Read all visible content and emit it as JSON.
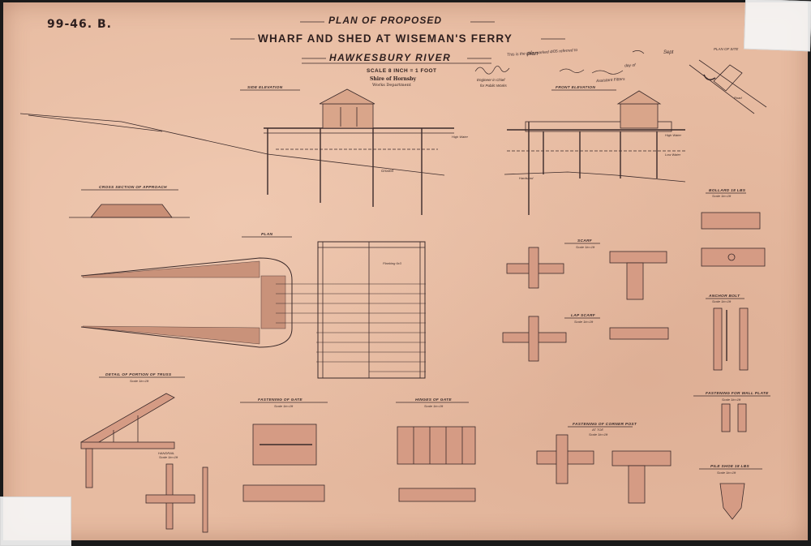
{
  "sheet": {
    "reference": "99-46. B.",
    "title_line1": "PLAN OF PROPOSED",
    "title_line2": "WHARF AND SHED AT WISEMAN'S FERRY",
    "title_line3": "HAWKESBURY RIVER",
    "scale": "SCALE 8 INCH = 1 FOOT",
    "authority": "Shire of Hornsby",
    "department": "Works Department",
    "engineer_line1": "Engineer in Chief",
    "engineer_line2": "for Public Works",
    "stamp_note_1": "This is the plan marked 4/05 referred to",
    "stamp_note_2": "day of",
    "stamp_note_3": "Assistant Fitters"
  },
  "views": {
    "side_elevation": "SIDE ELEVATION",
    "front_elevation": "FRONT ELEVATION",
    "plan_of_site": "PLAN OF SITE",
    "cross_section": "CROSS SECTION OF APPROACH",
    "plan": "PLAN",
    "planking": "Planking 6x3",
    "scarf": "SCARF",
    "scarf_scale": "Scale 1in=1ft",
    "lap_scarf": "LAP SCARF",
    "lap_scarf_scale": "Scale 1in=1ft",
    "bollard": "BOLLARD 18 LBS",
    "bollard_scale": "Scale 1in=1ft",
    "anchor_bolt": "ANCHOR BOLT",
    "anchor_scale": "Scale 1in=1ft",
    "truss": "DETAIL OF PORTION OF TRUSS",
    "truss_scale": "Scale 1in=1ft",
    "handrail": "HANDRAIL",
    "handrail_scale": "Scale 1in=1ft",
    "fastening_gate": "FASTENING OF GATE",
    "fastening_gate_scale": "Scale 1in=1ft",
    "hinges_gate": "HINGES OF GATE",
    "hinges_gate_scale": "Scale 1in=1ft",
    "corner_post": "FASTENING OF CORNER POST",
    "corner_post_sub": "AT TOE",
    "corner_post_scale": "Scale 1in=1ft",
    "wall_plate": "FASTENING FOR WALL PLATE",
    "wall_plate_scale": "Scale 1in=1ft",
    "pile_shoe": "PILE SHOE 18 LBS",
    "pile_shoe_scale": "Scale 1in=1ft",
    "high_water": "High Water",
    "low_water": "Low Water",
    "ground": "Ground",
    "hardsand": "Hardsand",
    "road": "Road"
  },
  "handwriting": {
    "plan_word": "plan",
    "date_word": "Sept"
  }
}
